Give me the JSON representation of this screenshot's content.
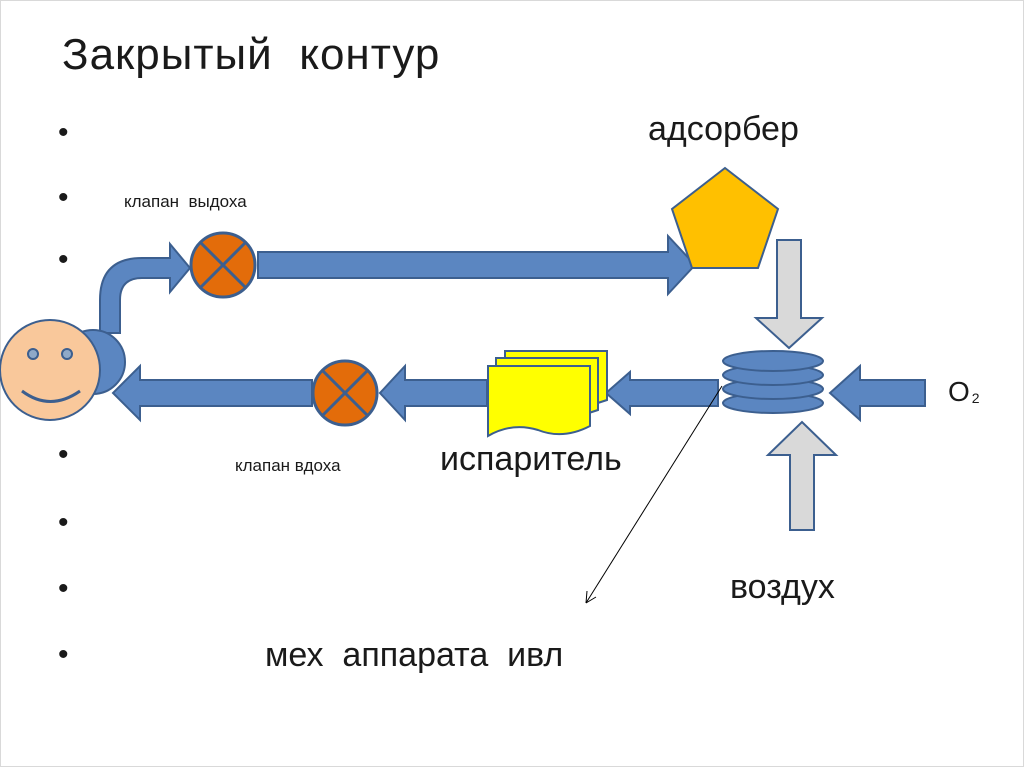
{
  "slide": {
    "title": "Закрытый  контур",
    "bullet_char": "•"
  },
  "labels": {
    "adsorber": "адсорбер",
    "exhale_valve": "клапан  выдоха",
    "inhale_valve": "клапан вдоха",
    "evaporator": "испаритель",
    "oxygen_main": "O",
    "oxygen_sub": "2",
    "air": "воздух",
    "ventilator_bellows": "мех  аппарата  ивл"
  },
  "colors": {
    "pipe_fill": "#5b86c1",
    "pipe_stroke": "#3c5f8f",
    "valve_fill": "#e36c0a",
    "adsorber_fill": "#ffc000",
    "evaporator_fill": "#ffff00",
    "face_fill": "#f9c89b",
    "gray_arrow_fill": "#d9d9d9"
  }
}
